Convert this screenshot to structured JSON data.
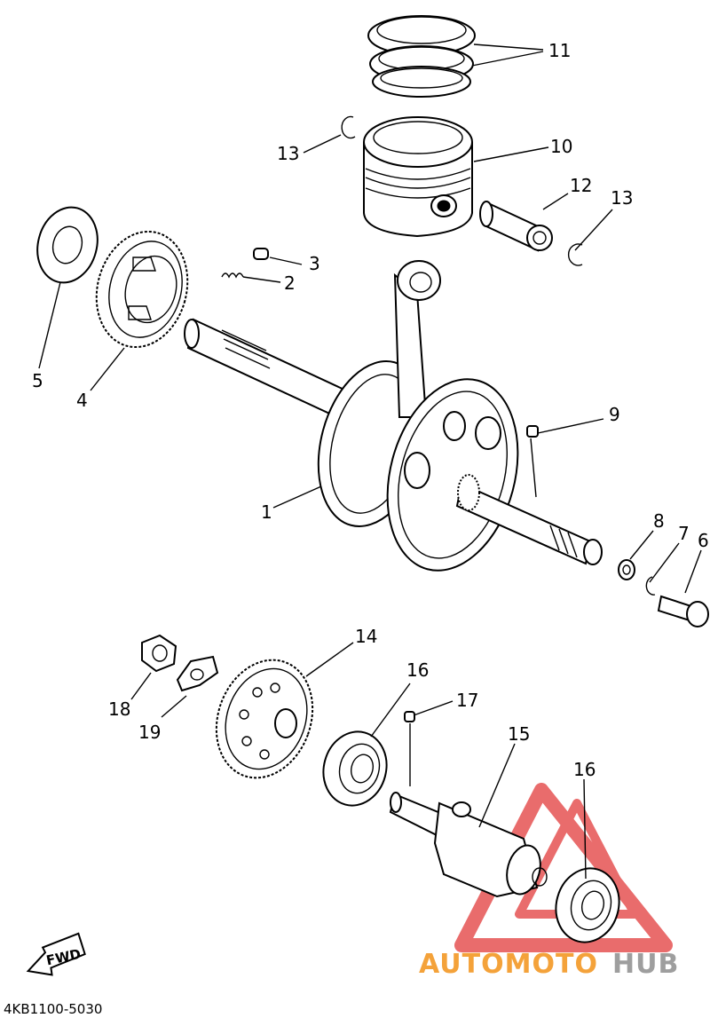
{
  "diagram": {
    "callouts": [
      {
        "id": "c1",
        "text": "1"
      },
      {
        "id": "c2",
        "text": "2"
      },
      {
        "id": "c3",
        "text": "3"
      },
      {
        "id": "c4",
        "text": "4"
      },
      {
        "id": "c5",
        "text": "5"
      },
      {
        "id": "c6",
        "text": "6"
      },
      {
        "id": "c7",
        "text": "7"
      },
      {
        "id": "c8",
        "text": "8"
      },
      {
        "id": "c9",
        "text": "9"
      },
      {
        "id": "c10",
        "text": "10"
      },
      {
        "id": "c11",
        "text": "11"
      },
      {
        "id": "c12",
        "text": "12"
      },
      {
        "id": "c13a",
        "text": "13"
      },
      {
        "id": "c13b",
        "text": "13"
      },
      {
        "id": "c14",
        "text": "14"
      },
      {
        "id": "c15",
        "text": "15"
      },
      {
        "id": "c16a",
        "text": "16"
      },
      {
        "id": "c16b",
        "text": "16"
      },
      {
        "id": "c17",
        "text": "17"
      },
      {
        "id": "c18",
        "text": "18"
      },
      {
        "id": "c19",
        "text": "19"
      }
    ],
    "fwd_label": "FWD",
    "drawing_code": "4KB1100-5030"
  },
  "watermark": {
    "text_part1": "AUTOMOTO",
    "text_part2": "HUB",
    "color_part1": "#f4a23a",
    "color_part2": "#9e9e9e",
    "logo_color": "#e23b3b"
  }
}
